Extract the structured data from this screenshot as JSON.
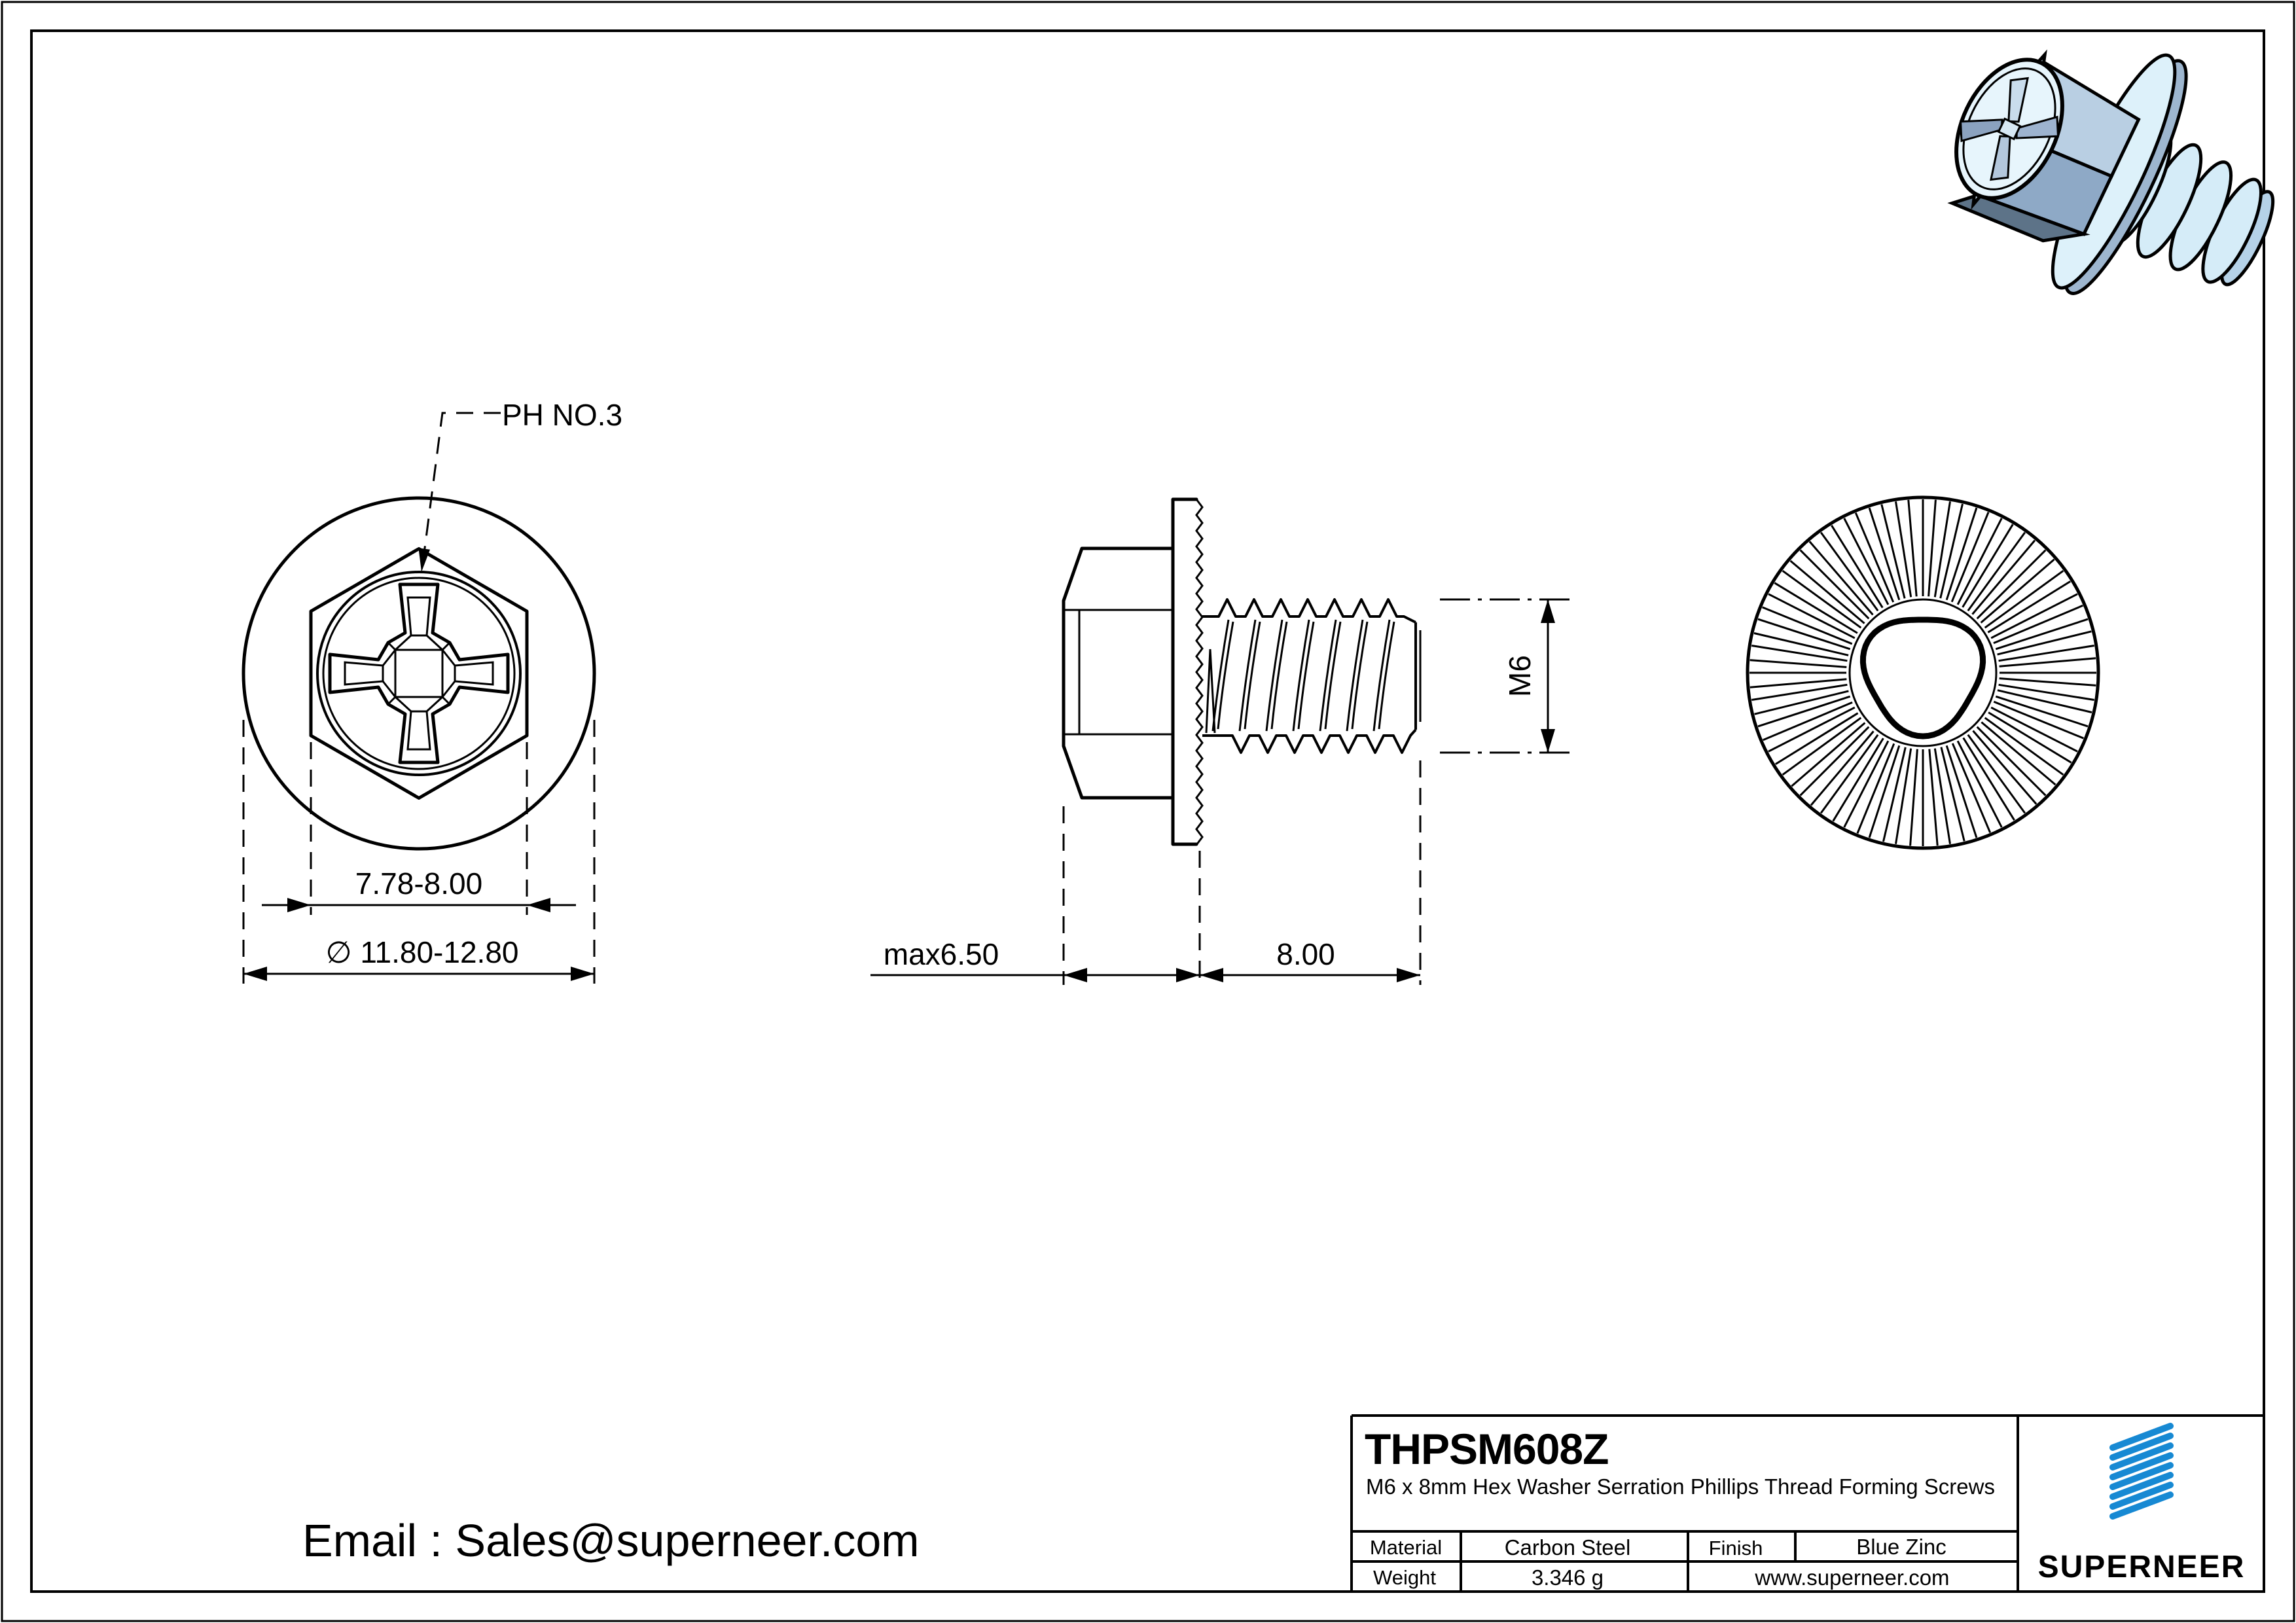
{
  "page": {
    "email_line": "Email : Sales@superneer.com"
  },
  "views": {
    "front": {
      "callout": "PH NO.3",
      "dim_across_flats": "7.78-8.00",
      "dim_washer_diameter": "∅ 11.80-12.80"
    },
    "side": {
      "dim_head_height": "max6.50",
      "dim_thread_length": "8.00",
      "dim_thread_size": "M6"
    }
  },
  "title_block": {
    "part_number": "THPSM608Z",
    "description": "M6 x 8mm Hex Washer Serration Phillips Thread Forming  Screws",
    "material_label": "Material",
    "material_value": "Carbon Steel",
    "finish_label": "Finish",
    "finish_value": "Blue Zinc",
    "weight_label": "Weight",
    "weight_value": "3.346 g",
    "website": "www.superneer.com",
    "brand": "SUPERNEER"
  },
  "colors": {
    "accent_blue": "#1789d3",
    "line_black": "#000000"
  }
}
